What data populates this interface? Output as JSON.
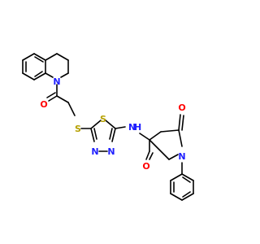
{
  "molecule": {
    "colors": {
      "bond": "#000000",
      "N": "#1f1fff",
      "O": "#ff0000",
      "S": "#b5a000"
    },
    "atoms": [
      {
        "id": "N_q",
        "symbol": "N",
        "label": "N"
      },
      {
        "id": "O_a",
        "symbol": "O",
        "label": "O"
      },
      {
        "id": "S_1",
        "symbol": "S",
        "label": "S"
      },
      {
        "id": "S_2",
        "symbol": "S",
        "label": "S"
      },
      {
        "id": "N_t1",
        "symbol": "N",
        "label": "N"
      },
      {
        "id": "N_t2",
        "symbol": "N",
        "label": "N"
      },
      {
        "id": "N_am",
        "symbol": "N",
        "label": "N"
      },
      {
        "id": "H_am",
        "symbol": "H",
        "label": "H"
      },
      {
        "id": "O_am",
        "symbol": "O",
        "label": "O"
      },
      {
        "id": "O_k",
        "symbol": "O",
        "label": "O"
      },
      {
        "id": "N_p",
        "symbol": "N",
        "label": "N"
      }
    ]
  }
}
